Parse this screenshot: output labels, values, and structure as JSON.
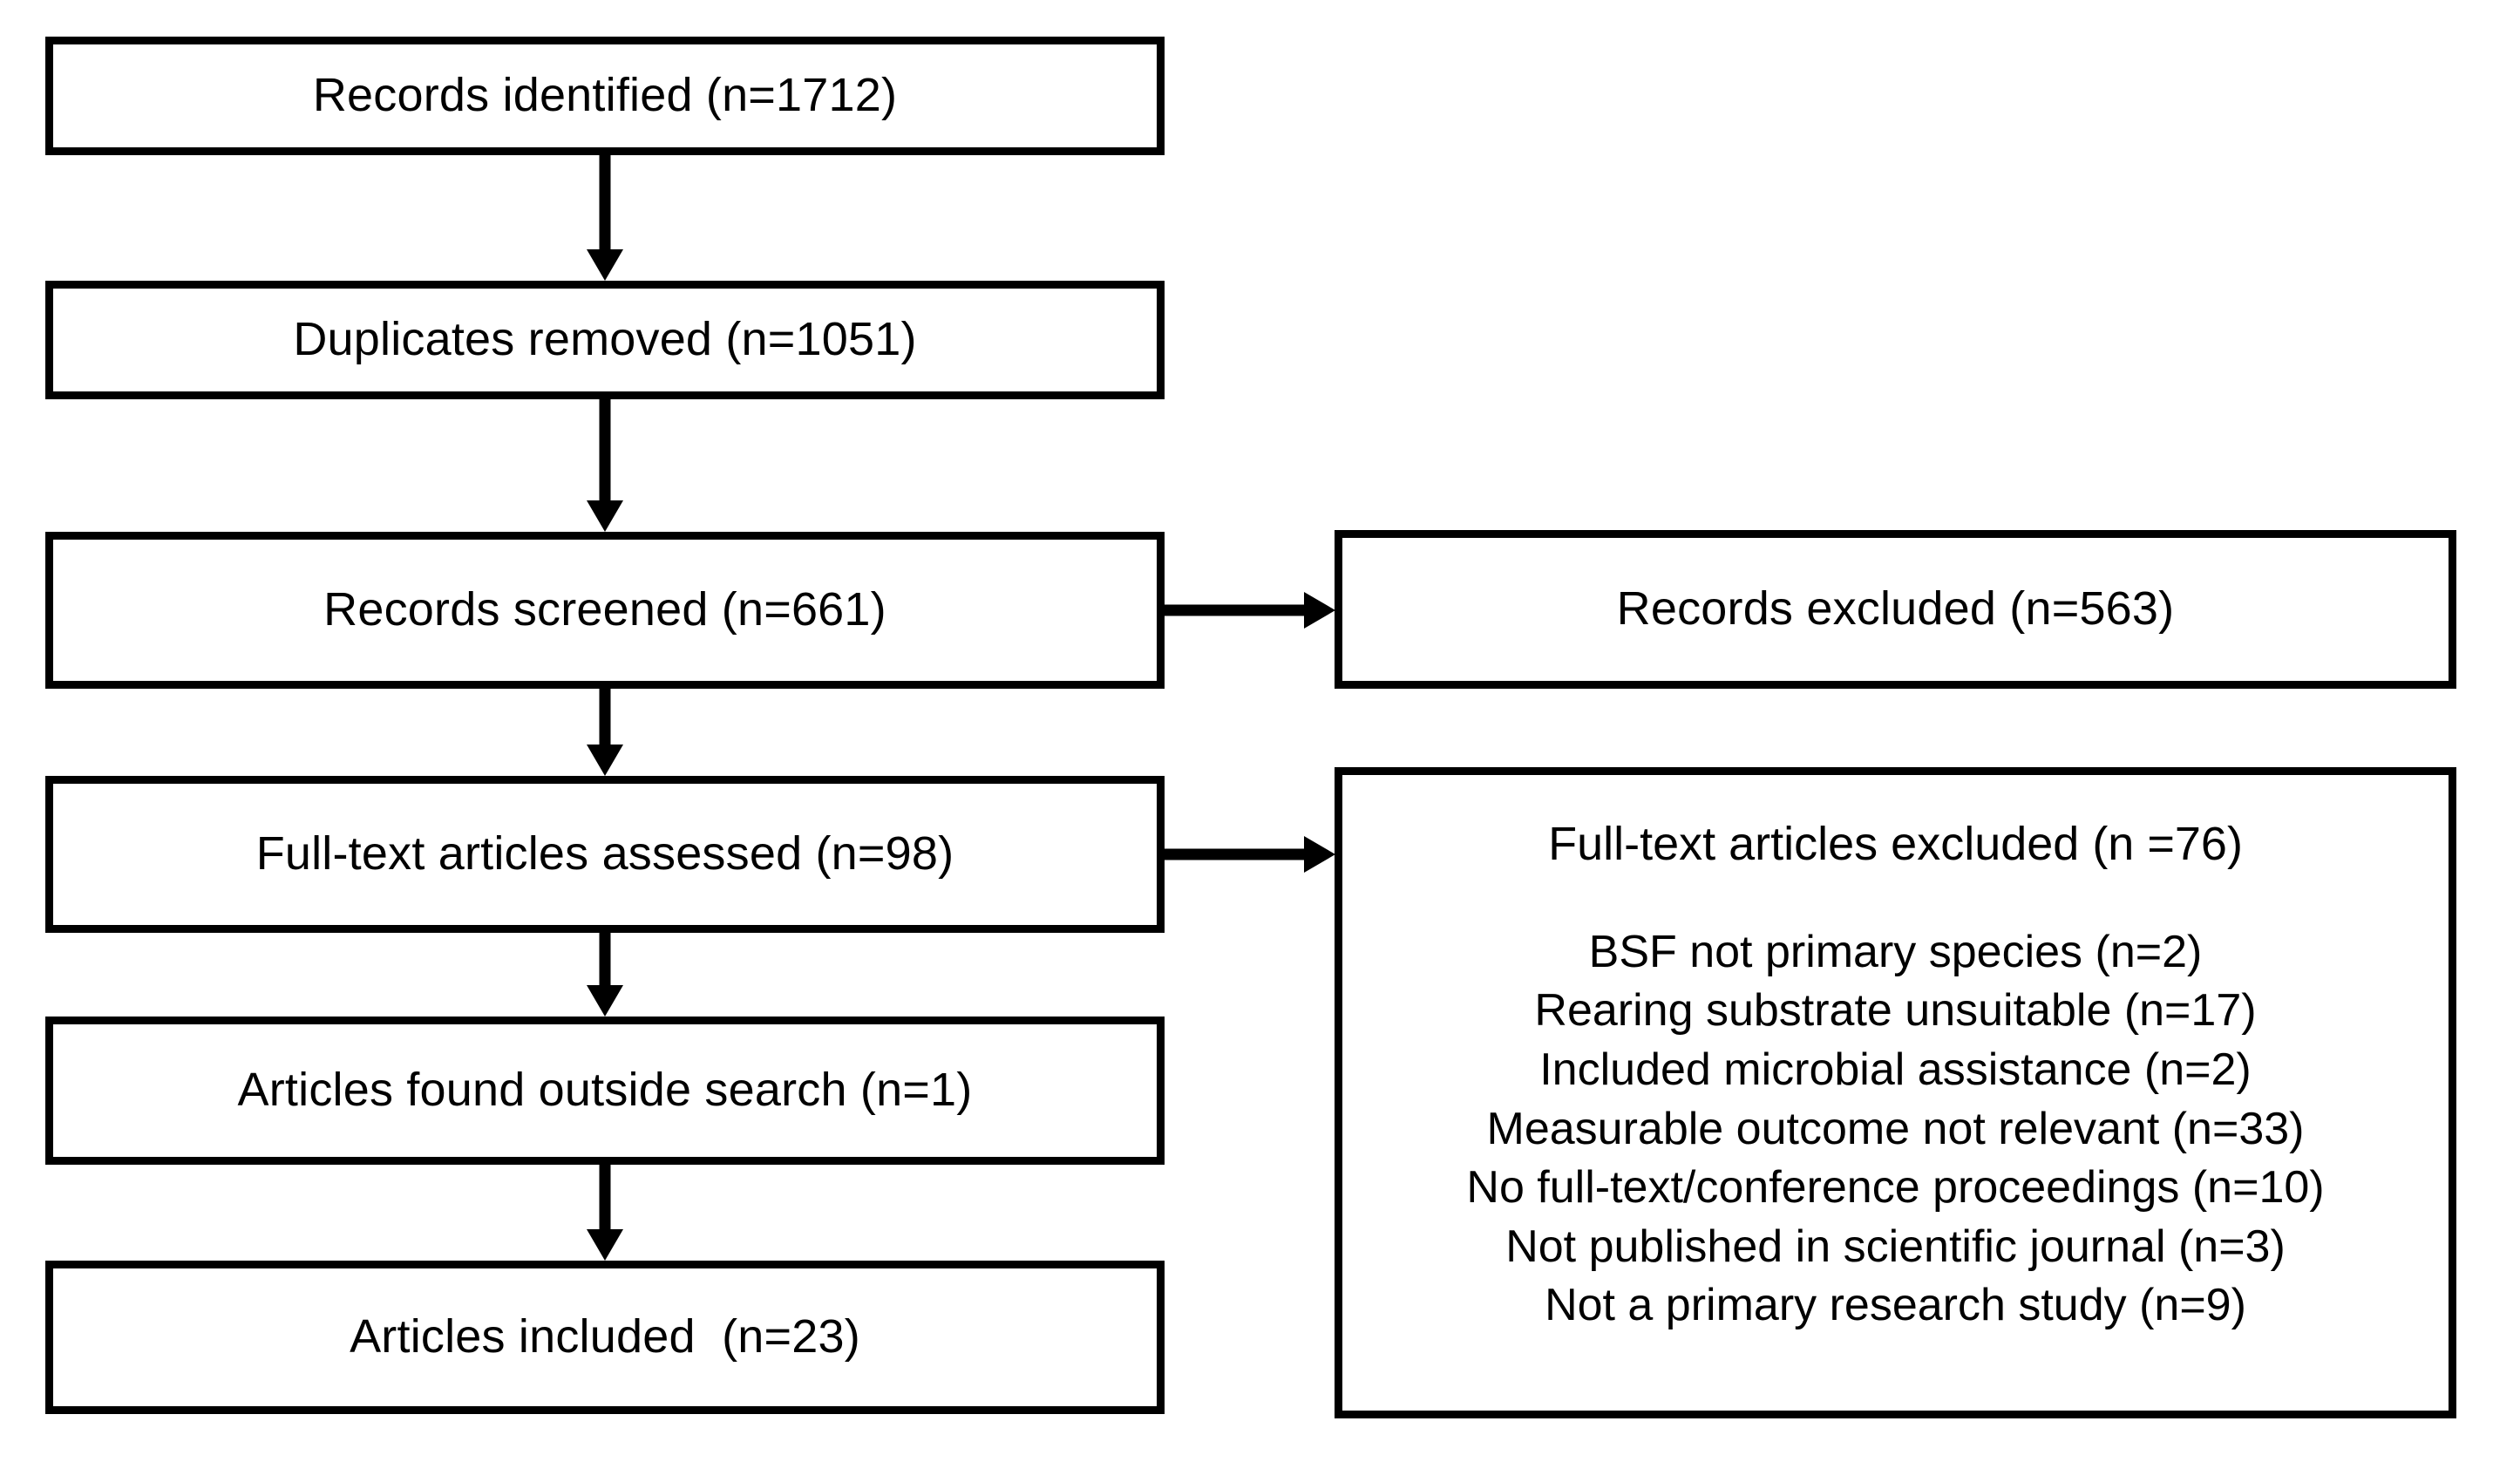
{
  "diagram": {
    "type": "prisma-flow-diagram",
    "title": "",
    "background_color": "#ffffff",
    "line_color": "#000000",
    "stages": [
      {
        "id": "records-identified",
        "label": "Records identified (n=1712)",
        "count": 1712
      },
      {
        "id": "duplicates-removed",
        "label": "Duplicates removed (n=1051)",
        "count": 1051
      },
      {
        "id": "records-screened",
        "label": "Records screened (n=661)",
        "count": 661
      },
      {
        "id": "full-text-assessed",
        "label": "Full-text articles assessed (n=98)",
        "count": 98
      },
      {
        "id": "articles-found-outside-search",
        "label": "Articles found outside search (n=1)",
        "count": 1
      },
      {
        "id": "articles-included",
        "label": "Articles included  (n=23)",
        "count": 23
      }
    ],
    "exclusions": [
      {
        "id": "records-excluded",
        "label": "Records excluded (n=563)",
        "count": 563
      }
    ],
    "fulltext_excluded": {
      "id": "full-text-excluded",
      "title": "Full-text articles excluded (n =76)",
      "count": 76,
      "reasons": [
        {
          "label": "BSF not primary species (n=2)",
          "count": 2
        },
        {
          "label": "Rearing substrate unsuitable (n=17)",
          "count": 17
        },
        {
          "label": "Included microbial assistance (n=2)",
          "count": 2
        },
        {
          "label": "Measurable outcome not relevant (n=33)",
          "count": 33
        },
        {
          "label": "No full-text/conference proceedings (n=10)",
          "count": 10
        },
        {
          "label": "Not published in scientific journal (n=3)",
          "count": 3
        },
        {
          "label": "Not a primary research study (n=9)",
          "count": 9
        }
      ]
    },
    "connectors": [
      {
        "id": "arrow-identified-to-duplicates",
        "direction": "down"
      },
      {
        "id": "arrow-duplicates-to-screened",
        "direction": "down"
      },
      {
        "id": "arrow-screened-to-fulltext",
        "direction": "down"
      },
      {
        "id": "arrow-screened-to-excluded",
        "direction": "right"
      },
      {
        "id": "arrow-fulltext-to-outside-search",
        "direction": "down"
      },
      {
        "id": "arrow-fulltext-to-fulltext-excluded",
        "direction": "right"
      },
      {
        "id": "arrow-outside-search-to-included",
        "direction": "down"
      }
    ]
  }
}
